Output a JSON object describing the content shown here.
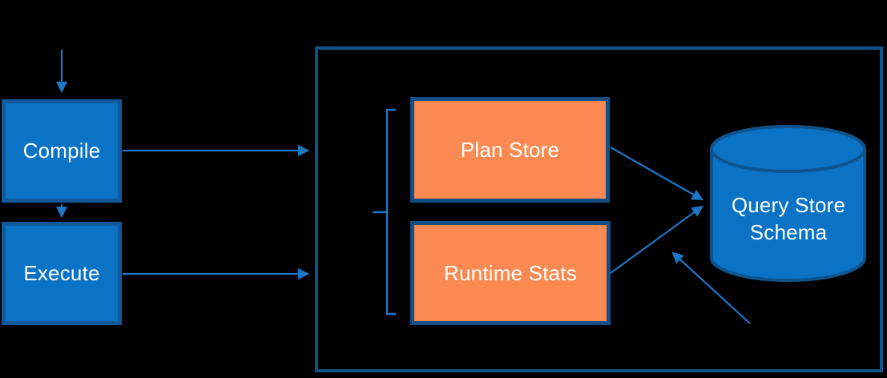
{
  "diagram": {
    "nodes": {
      "compile": {
        "label": "Compile"
      },
      "execute": {
        "label": "Execute"
      },
      "plan_store": {
        "label": "Plan Store"
      },
      "runtime_stats": {
        "label": "Runtime Stats"
      },
      "query_store_schema": {
        "label": "Query Store Schema"
      }
    },
    "connections": [
      {
        "from": "input",
        "to": "compile",
        "type": "arrow"
      },
      {
        "from": "compile",
        "to": "execute",
        "type": "arrow"
      },
      {
        "from": "compile",
        "to": "query-store-container",
        "type": "arrow"
      },
      {
        "from": "execute",
        "to": "query-store-container",
        "type": "arrow"
      },
      {
        "from": "plan_store",
        "to": "query_store_schema",
        "type": "arrow"
      },
      {
        "from": "runtime_stats",
        "to": "query_store_schema",
        "type": "arrow"
      },
      {
        "from": "bottom-right",
        "to": "query_store_schema",
        "type": "arrow"
      },
      {
        "from": "bracket",
        "to": "plan_store-and-runtime_stats",
        "type": "grouping-bracket"
      }
    ]
  },
  "colors": {
    "background": "#000000",
    "node_blue_fill": "#0a73c6",
    "node_blue_border": "#12599c",
    "orange_fill": "#fa8a51",
    "orange_border": "#134f87",
    "container_border": "#0d548c",
    "arrow": "#1b76c8",
    "text": "#ffffff"
  }
}
